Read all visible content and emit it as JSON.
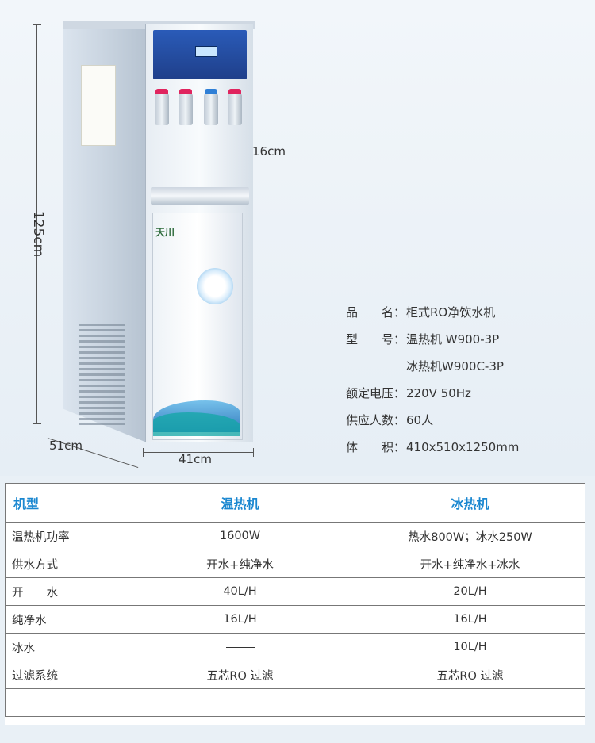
{
  "dimensions": {
    "height": "125cm",
    "faucet_gap": "16cm",
    "depth": "51cm",
    "width": "41cm"
  },
  "machine": {
    "brand": "天川"
  },
  "specs": [
    {
      "key": "品　　名：",
      "value": "柜式RO净饮水机"
    },
    {
      "key": "型　　号：",
      "value": "温热机 W900-3P"
    },
    {
      "key": "",
      "value": "冰热机W900C-3P"
    },
    {
      "key": "额定电压：",
      "value": "220V  50Hz"
    },
    {
      "key": "供应人数：",
      "value": "60人"
    },
    {
      "key": "体　　积：",
      "value": "410x510x1250mm"
    }
  ],
  "table": {
    "headers": [
      "机型",
      "温热机",
      "冰热机"
    ],
    "rows": [
      [
        "温热机功率",
        "1600W",
        "热水800W；冰水250W"
      ],
      [
        "供水方式",
        "开水+纯净水",
        "开水+纯净水+冰水"
      ],
      [
        "开　　水",
        "40L/H",
        "20L/H"
      ],
      [
        "纯净水",
        "16L/H",
        "16L/H"
      ],
      [
        "冰水",
        "",
        "10L/H"
      ],
      [
        "过滤系统",
        "五芯RO 过滤",
        "五芯RO 过滤"
      ],
      [
        "",
        "",
        ""
      ]
    ]
  },
  "colors": {
    "header_text": "#1a87d0",
    "panel_blue": "#2a5bb8"
  }
}
